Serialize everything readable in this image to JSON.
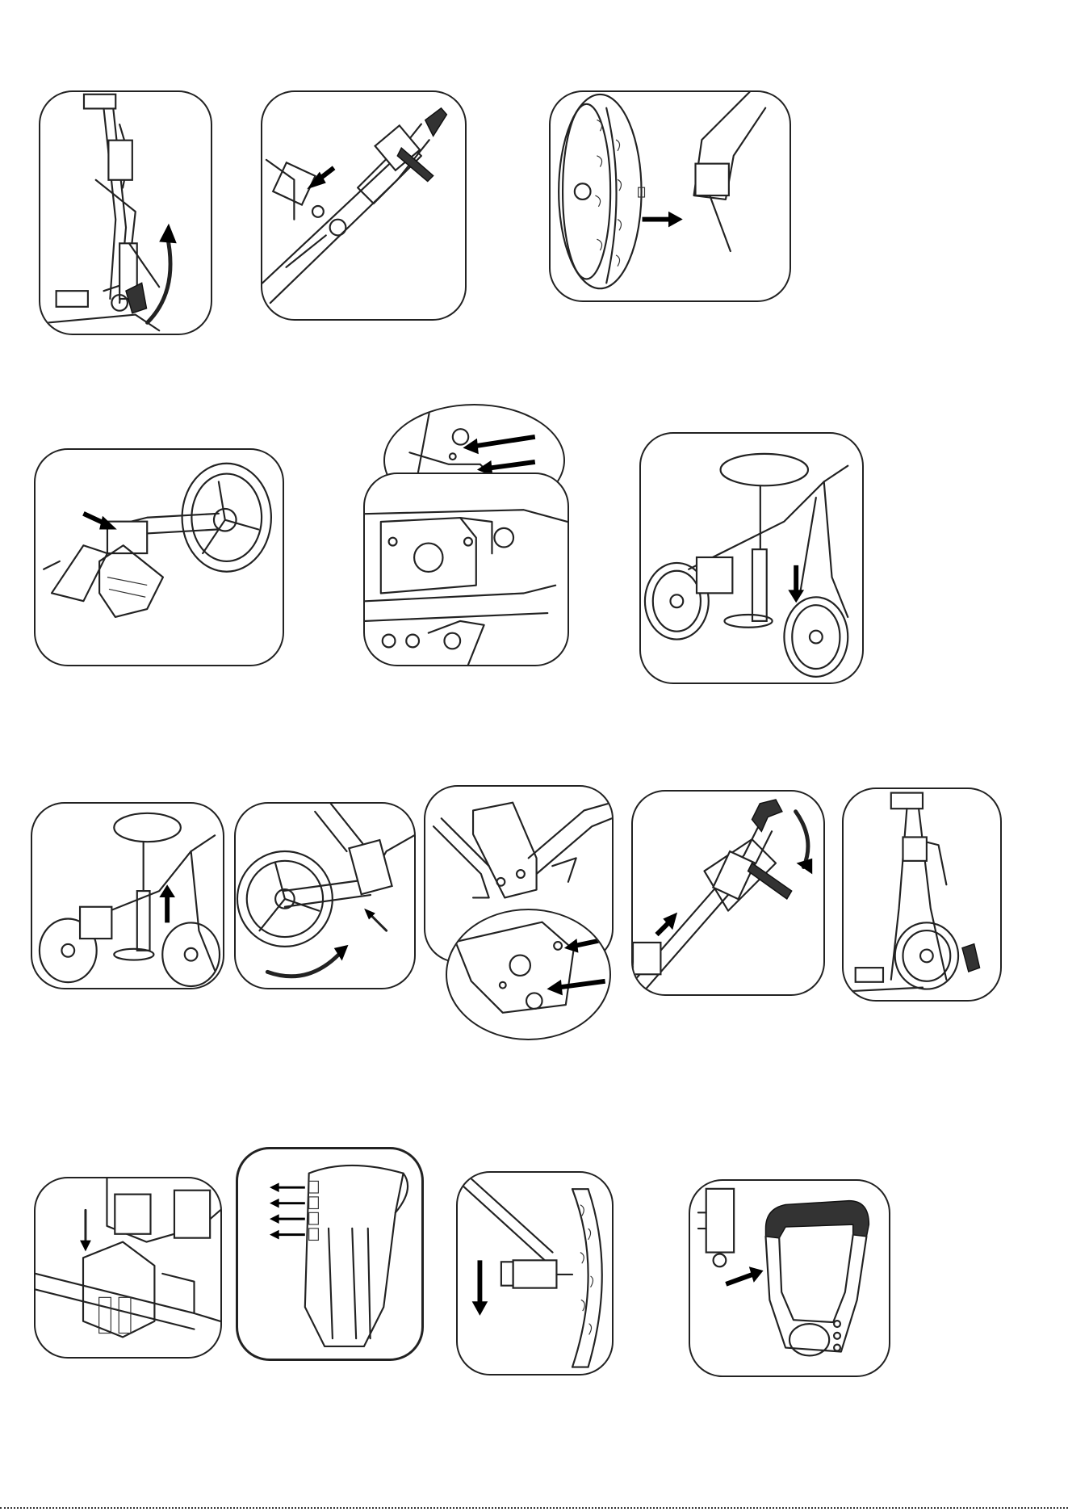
{
  "page": {
    "background": "#ffffff",
    "ink": "#222222",
    "grip_color": "#333333"
  },
  "figures": [
    {
      "name": "cart-folded-upright",
      "icons": [
        "curved-arrow-icon"
      ]
    },
    {
      "name": "handle-extending",
      "icons": [
        "arrow-left-down-icon"
      ]
    },
    {
      "name": "wheel-attach",
      "icons": [
        "arrow-right-icon"
      ]
    },
    {
      "name": "front-wheel-assembly",
      "icons": [
        "arrow-right-down-icon"
      ]
    },
    {
      "name": "bracket-detail",
      "icons": [
        "arrow-left-icon",
        "arrow-left-icon"
      ]
    },
    {
      "name": "seat-cart-lower",
      "icons": [
        "arrow-down-icon"
      ]
    },
    {
      "name": "seat-cart-raise",
      "icons": [
        "arrow-up-icon"
      ]
    },
    {
      "name": "wheel-fold",
      "icons": [
        "curved-arrow-icon",
        "arrow-up-left-icon"
      ]
    },
    {
      "name": "latch-detail",
      "icons": [
        "arrow-left-icon",
        "arrow-left-icon"
      ]
    },
    {
      "name": "handle-fold",
      "icons": [
        "curved-arrow-icon",
        "arrow-up-right-icon"
      ]
    },
    {
      "name": "cart-folded-front",
      "icons": []
    },
    {
      "name": "bag-rest-attach",
      "icons": [
        "arrow-down-icon"
      ]
    },
    {
      "name": "strap-slots",
      "icons": [
        "arrow-left-icon",
        "arrow-left-icon",
        "arrow-left-icon",
        "arrow-left-icon"
      ]
    },
    {
      "name": "wheel-release",
      "icons": [
        "arrow-down-icon"
      ]
    },
    {
      "name": "accessory-holder-attach",
      "icons": [
        "arrow-right-icon"
      ]
    }
  ]
}
